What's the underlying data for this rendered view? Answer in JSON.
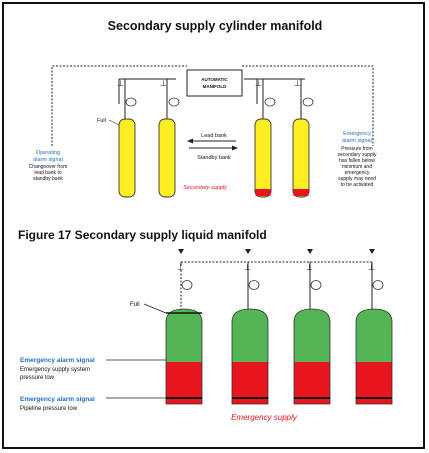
{
  "figure_top": {
    "title": "Secondary supply cylinder manifold",
    "manifold_label": [
      "AUTOMATIC",
      "MANIFOLD"
    ],
    "full_label": "Full",
    "lead_bank": "Lead bank",
    "standby_bank": "Standby bank",
    "secondary_supply": "Secondary supply",
    "left_signal": {
      "heading": [
        "Operating",
        "alarm signal"
      ],
      "body": [
        "Changeover from",
        "lead bank to",
        "standby bank"
      ]
    },
    "right_signal": {
      "heading": [
        "Emergency",
        "alarm signal"
      ],
      "body": [
        "Pressure from",
        "secondary supply",
        "has fallen below",
        "minimum and",
        "emergency",
        "supply may need",
        "to be activated"
      ]
    }
  },
  "figure_bottom": {
    "title": "Figure 17  Secondary supply liquid manifold",
    "full_label": "Full",
    "alarm1": {
      "heading": "Emergency alarm signal",
      "body": [
        "Emergency supply system",
        "pressure low"
      ]
    },
    "alarm2": {
      "heading": "Emergency alarm signal",
      "body": "Pipeline pressure low"
    },
    "emergency_supply": "Emergency supply"
  },
  "colors": {
    "cylinder_yellow": "#ffee22",
    "tank_green": "#55b555",
    "tank_red": "#e8141e",
    "signal_blue": "#1f6fc4",
    "caption_red": "#e8141e"
  }
}
